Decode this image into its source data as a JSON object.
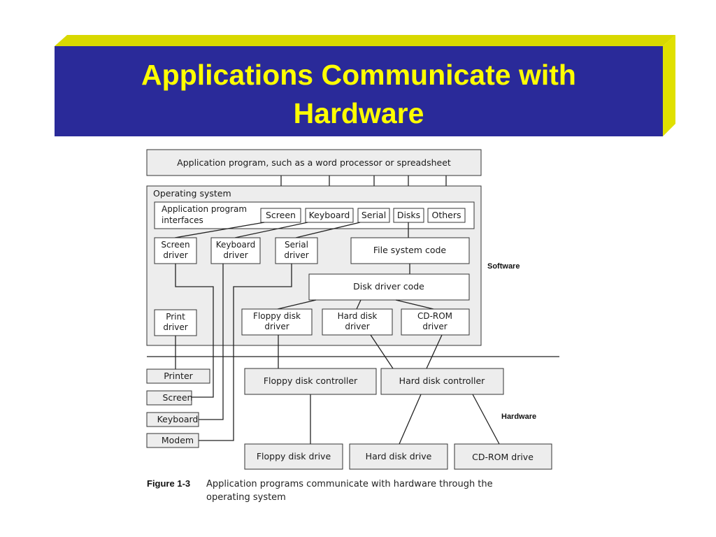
{
  "slide": {
    "title_line1": "Applications Communicate with",
    "title_line2": "Hardware",
    "colors": {
      "title_bg": "#2a2a99",
      "title_text": "#ffff00",
      "bevel": "#d8d800",
      "bevel_dark": "#7a7a00"
    }
  },
  "diagram": {
    "app_program": "Application program, such as a word processor or spreadsheet",
    "os_label": "Operating system",
    "api_label_line1": "Application program",
    "api_label_line2": "interfaces",
    "api_items": [
      "Screen",
      "Keyboard",
      "Serial",
      "Disks",
      "Others"
    ],
    "drivers": {
      "screen": [
        "Screen",
        "driver"
      ],
      "keyboard": [
        "Keyboard",
        "driver"
      ],
      "serial": [
        "Serial",
        "driver"
      ],
      "print": [
        "Print",
        "driver"
      ],
      "floppy": [
        "Floppy disk",
        "driver"
      ],
      "harddisk": [
        "Hard disk",
        "driver"
      ],
      "cdrom": [
        "CD-ROM",
        "driver"
      ]
    },
    "file_system_code": "File system code",
    "disk_driver_code": "Disk driver code",
    "software_label": "Software",
    "hardware_label": "Hardware",
    "devices": [
      "Printer",
      "Screen",
      "Keyboard",
      "Modem"
    ],
    "floppy_controller": "Floppy disk controller",
    "hard_controller": "Hard disk controller",
    "floppy_drive": "Floppy disk drive",
    "hard_drive": "Hard disk drive",
    "cdrom_drive": "CD-ROM drive",
    "figure_label": "Figure 1-3",
    "caption_line1": "Application programs communicate with hardware through the",
    "caption_line2": "operating system"
  }
}
